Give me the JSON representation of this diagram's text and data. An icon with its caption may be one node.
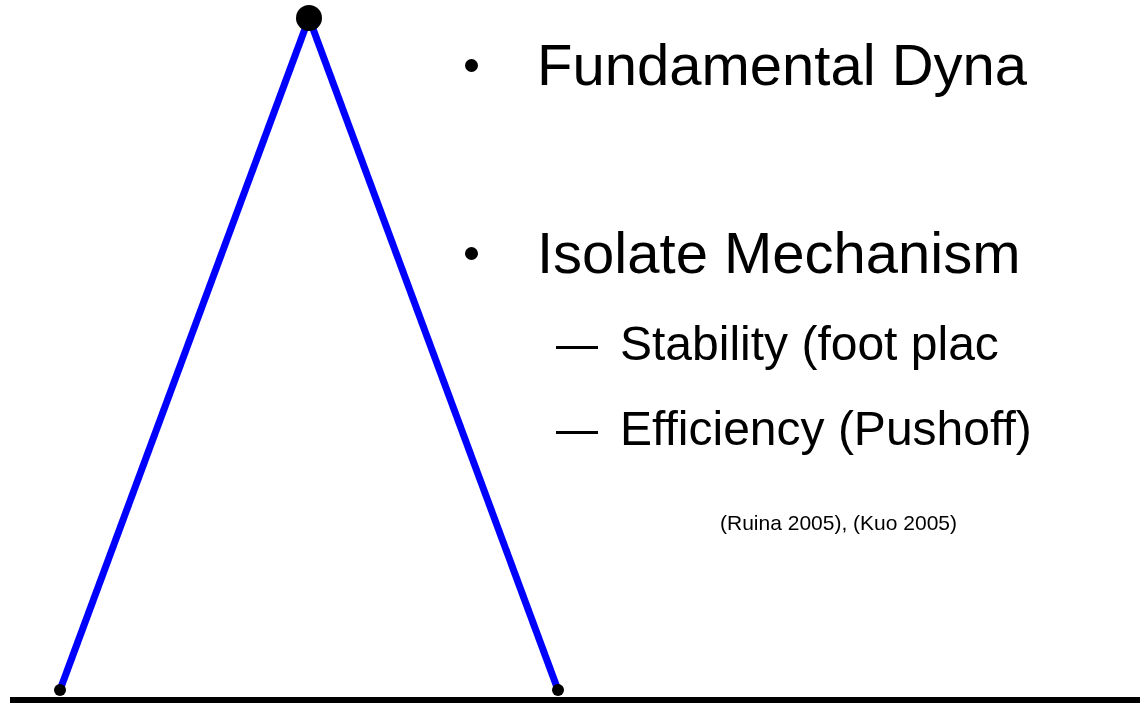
{
  "diagram": {
    "labels": [
      "Fundamental Dyna",
      "Isolate Mechanism",
      "Stability (foot plac",
      "Efficiency (Pushoff)",
      "(Ruina 2005), (Kuo 2005)"
    ]
  }
}
